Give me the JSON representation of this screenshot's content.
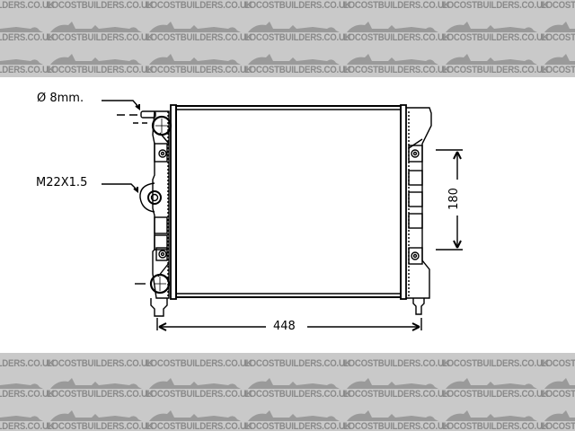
{
  "watermark": {
    "text": "LOCOSTBUILDERS.CO.UK",
    "color": "#8a8a8a",
    "background": "#c9c9c9"
  },
  "diagram": {
    "subject": "radiator-technical-drawing",
    "labels": {
      "pipe_diameter": "Ø 8mm.",
      "thread": "M22X1.5",
      "width_dim": "448",
      "height_dim": "180"
    },
    "colors": {
      "line": "#000000",
      "background": "#ffffff"
    }
  }
}
